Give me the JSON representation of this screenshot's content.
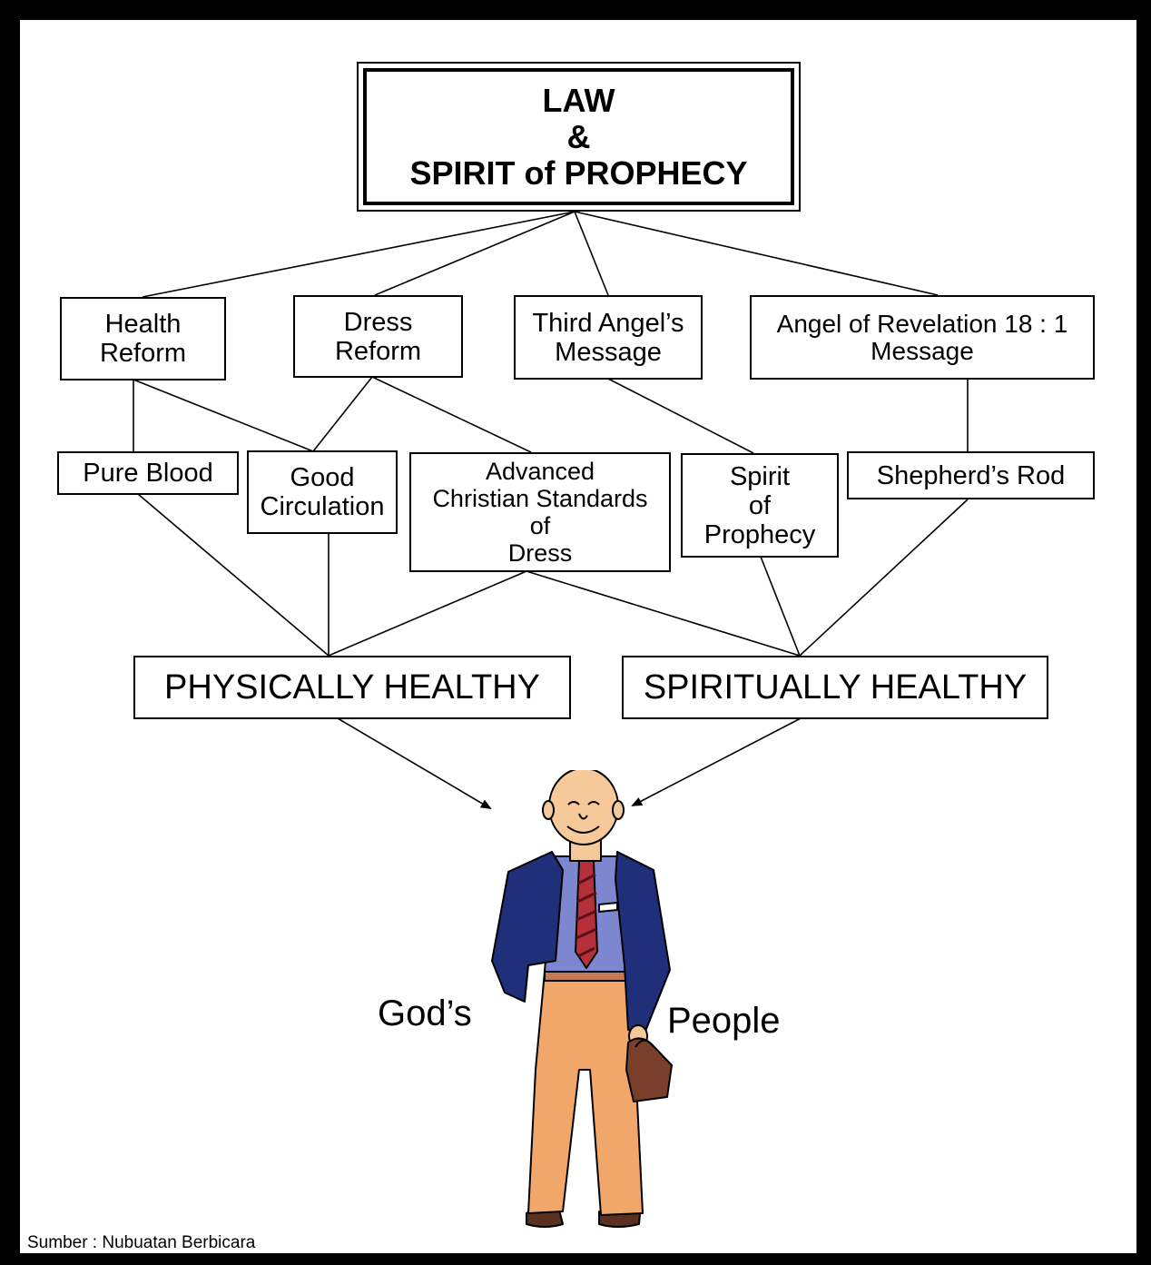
{
  "diagram": {
    "top": "LAW\n&\nSPIRIT of PROPHECY",
    "level1": {
      "health_reform": "Health\nReform",
      "dress_reform": "Dress\nReform",
      "third_angel": "Third Angel’s\nMessage",
      "angel_revelation": "Angel of Revelation 18 : 1\nMessage"
    },
    "level2": {
      "pure_blood": "Pure Blood",
      "good_circulation": "Good\nCirculation",
      "advanced_standards": "Advanced\nChristian Standards\nof\nDress",
      "spirit_of_prophecy": "Spirit\nof\nProphecy",
      "shepherds_rod": "Shepherd’s Rod"
    },
    "outcomes": {
      "physical": "PHYSICALLY HEALTHY",
      "spiritual": "SPIRITUALLY HEALTHY"
    },
    "people": {
      "word1": "God’s",
      "word2": "People"
    },
    "source": "Sumber : Nubuatan Berbicara"
  },
  "colors": {
    "border": "#000000",
    "background": "#ffffff",
    "jacket": "#1f2f7a",
    "shirt": "#7d87d0",
    "tie": "#b5303a",
    "pants": "#f2a76a",
    "skin": "#f6c99a",
    "bag": "#7a3f2a"
  }
}
